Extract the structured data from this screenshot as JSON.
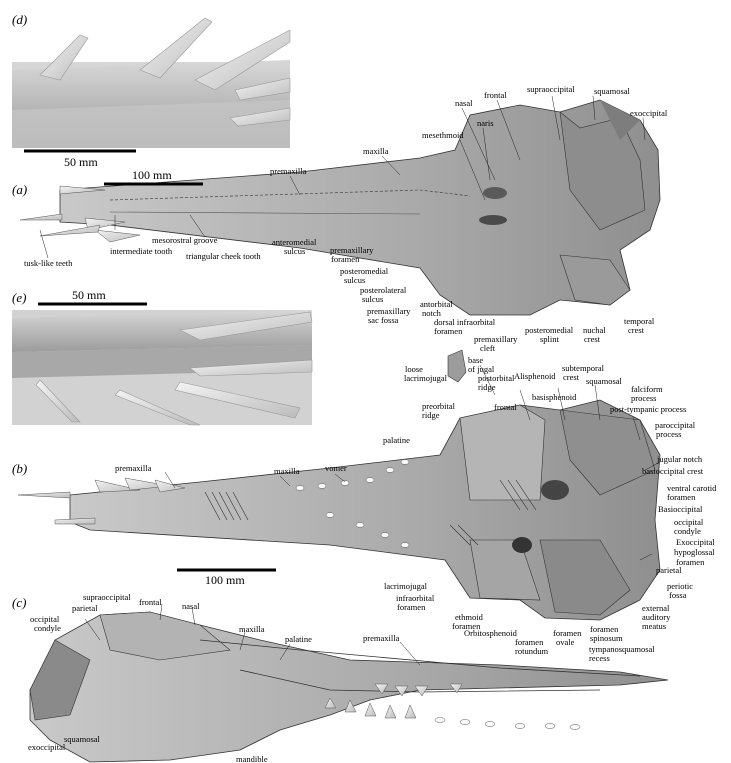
{
  "panels": {
    "d": "(d)",
    "a": "(a)",
    "e": "(e)",
    "b": "(b)",
    "c": "(c)"
  },
  "scale_bars": {
    "d": "50 mm",
    "a": "100 mm",
    "e": "50 mm",
    "b": "100 mm"
  },
  "labels_a": [
    "nasal",
    "frontal",
    "supraoccipital",
    "squamosal",
    "naris",
    "exoccipital",
    "mesethmoid",
    "maxilla",
    "premaxilla",
    "mesorostral groove",
    "intermediate tooth",
    "tusk-like teeth",
    "triangular cheek tooth",
    "anteromedial",
    "sulcus",
    "premaxillary",
    "foramen",
    "posteromedial",
    "sulcus",
    "posterolateral",
    "sulcus",
    "premaxillary",
    "sac fossa",
    "antorbital",
    "notch",
    "dorsal infraorbital",
    "foramen",
    "premaxillary",
    "cleft",
    "posteromedial",
    "splint",
    "nuchal",
    "crest",
    "temporal",
    "crest"
  ],
  "labels_b": [
    "loose",
    "lacrimojugal",
    "base",
    "of jugal",
    "postorbital",
    "ridge",
    "Alisphenoid",
    "subtemporal",
    "crest",
    "squamosal",
    "falciform",
    "process",
    "post-tympanic process",
    "preorbital",
    "ridge",
    "frontal",
    "basisphenoid",
    "paroccipital",
    "process",
    "palatine",
    "jugular notch",
    "basioccipital crest",
    "ventral carotid",
    "foramen",
    "premaxilla",
    "maxilla",
    "vomer",
    "Basioccipital",
    "occipital",
    "condyle",
    "Exoccipital",
    "hypoglossal",
    "foramen",
    "parietal",
    "lacrimojugal",
    "infraorbital",
    "foramen",
    "periotic",
    "fossa",
    "ethmoid",
    "foramen",
    "Orbitosphenoid",
    "foramen",
    "rotundum",
    "foramen",
    "ovale",
    "foramen",
    "spinosum",
    "external",
    "auditory",
    "meatus",
    "tympanosquamosal",
    "recess"
  ],
  "labels_c": [
    "supraoccipital",
    "parietal",
    "frontal",
    "nasal",
    "occipital",
    "condyle",
    "maxilla",
    "palatine",
    "premaxilla",
    "squamosal",
    "exoccipital",
    "mandible"
  ]
}
